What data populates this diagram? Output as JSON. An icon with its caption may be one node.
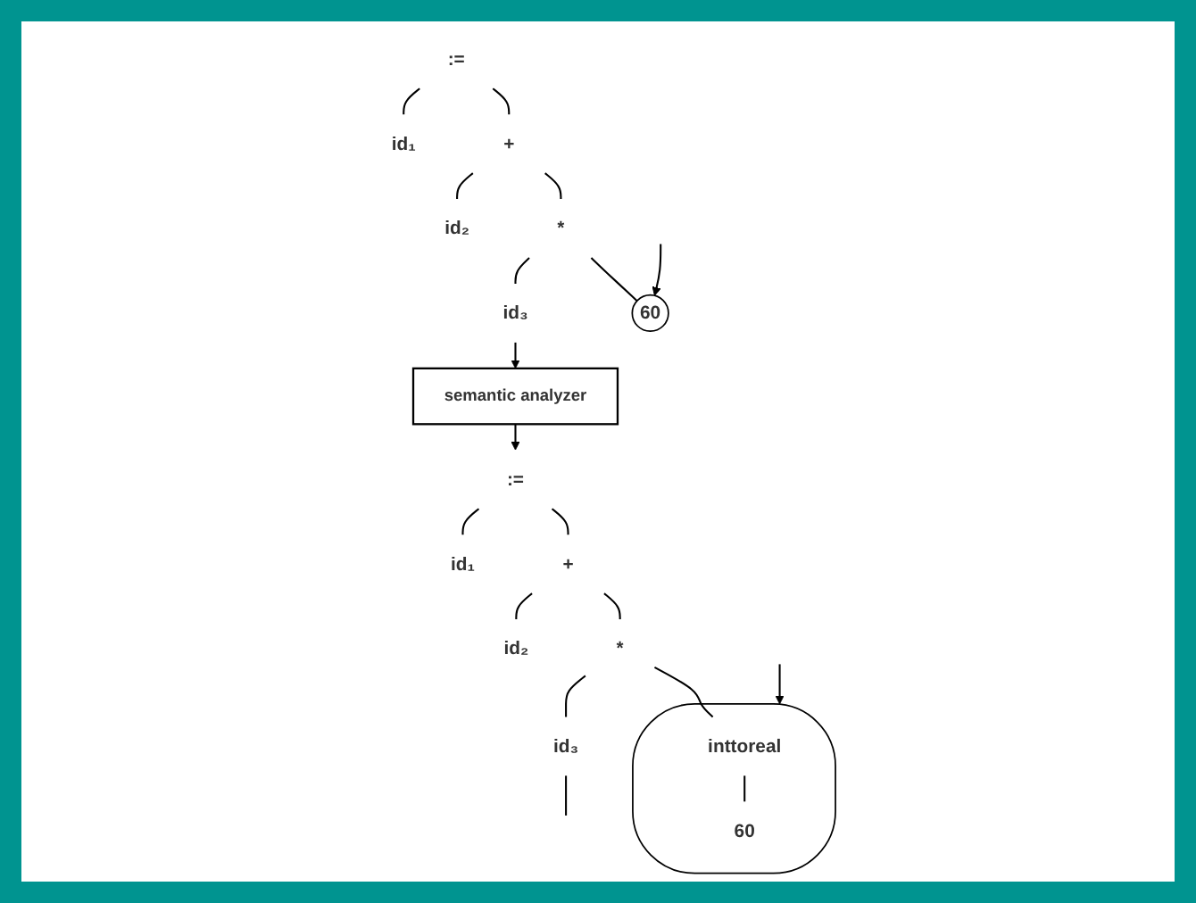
{
  "diagram": {
    "nodes": [
      {
        "text": [
          ":="
        ]
      },
      {
        "text": [
          "id₁"
        ]
      },
      {
        "text": [
          "+"
        ]
      },
      {
        "text": [
          "id₂"
        ]
      },
      {
        "text": [
          "*"
        ]
      },
      {
        "text": [
          "id₃"
        ]
      },
      {
        "text": [
          "60"
        ]
      },
      {
        "text": [
          "semantic analyzer"
        ]
      },
      {
        "text": [
          ":="
        ]
      },
      {
        "text": [
          "id₁"
        ]
      },
      {
        "text": [
          "+"
        ]
      },
      {
        "text": [
          "id₂"
        ]
      },
      {
        "text": [
          "*"
        ]
      },
      {
        "text": [
          "id₃"
        ]
      },
      {
        "text": [],
        "shape": "ellipse"
      },
      {
        "text": [
          "inttoreal"
        ],
        "in": 14
      },
      {
        "text": [
          "60"
        ],
        "in": 14
      }
    ],
    "edges": [
      {
        "from": 0,
        "to": 1,
        "arrow": "none"
      },
      {
        "from": 0,
        "to": 2,
        "arrow": "none"
      },
      {
        "from": 2,
        "to": 3,
        "arrow": "none"
      },
      {
        "from": 2,
        "to": 4,
        "arrow": "none"
      },
      {
        "from": 4,
        "to": 5,
        "arrow": "none"
      },
      {
        "from": 4,
        "to": 6,
        "arrow": "none"
      },
      {
        "from": 5,
        "to": 7,
        "arrow": "to"
      },
      {
        "from": 7,
        "to": 8,
        "arrow": "to"
      },
      {
        "from": 8,
        "to": 9,
        "arrow": "none"
      },
      {
        "from": 8,
        "to": 10,
        "arrow": "none"
      },
      {
        "from": 10,
        "to": 11,
        "arrow": "none"
      },
      {
        "from": 10,
        "to": 12,
        "arrow": "none"
      },
      {
        "from": 12,
        "to": 13,
        "arrow": "none"
      },
      {
        "from": 12,
        "to": 15,
        "arrow": "none"
      },
      {
        "from": 15,
        "to": 16,
        "arrow": "none"
      },
      {
        "from": 13,
        "to": null,
        "arrow": "none"
      },
      {
        "from": null,
        "to": 6,
        "arrow": "to"
      },
      {
        "from": null,
        "to": 14,
        "arrow": "to"
      }
    ]
  }
}
